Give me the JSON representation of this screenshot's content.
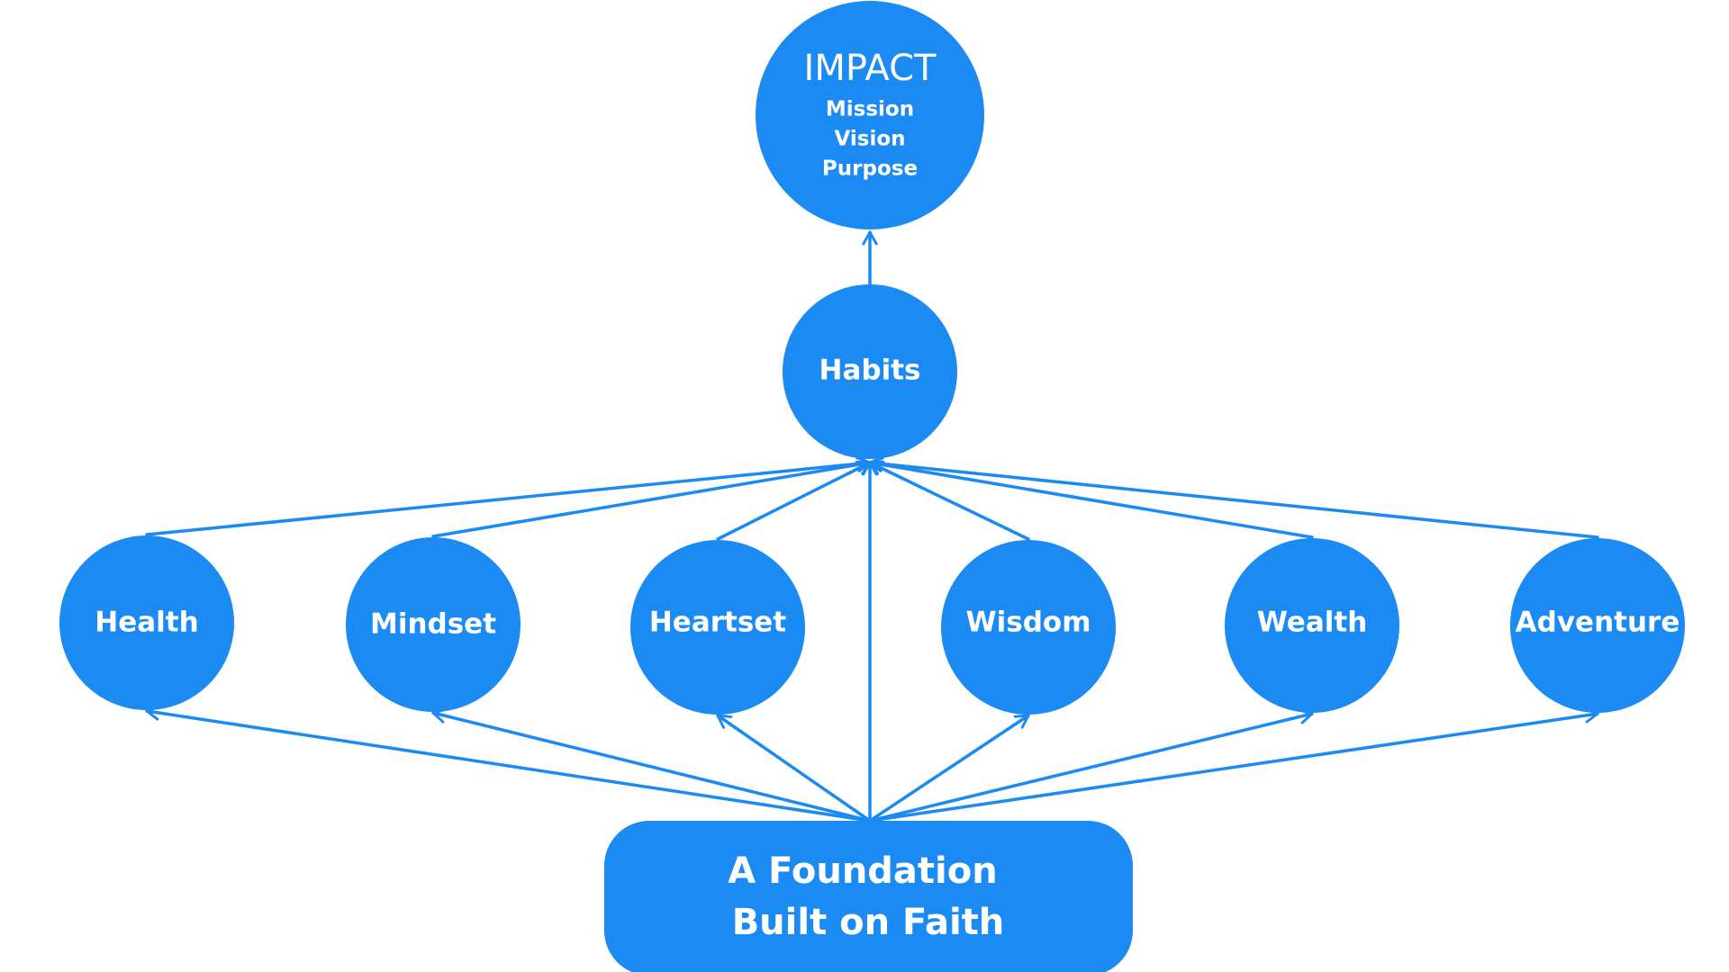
{
  "impact": {
    "title": "IMPACT",
    "lines": [
      "Mission",
      "Vision",
      "Purpose"
    ]
  },
  "habits": {
    "label": "Habits"
  },
  "pillars": [
    {
      "label": "Health"
    },
    {
      "label": "Mindset"
    },
    {
      "label": "Heartset"
    },
    {
      "label": "Wisdom"
    },
    {
      "label": "Wealth"
    },
    {
      "label": "Adventure"
    }
  ],
  "foundation": {
    "lines": [
      "A Foundation",
      "Built on Faith"
    ]
  },
  "colors": {
    "node": "#1b8af2",
    "text": "#ffffff",
    "background": "#ffffff"
  }
}
